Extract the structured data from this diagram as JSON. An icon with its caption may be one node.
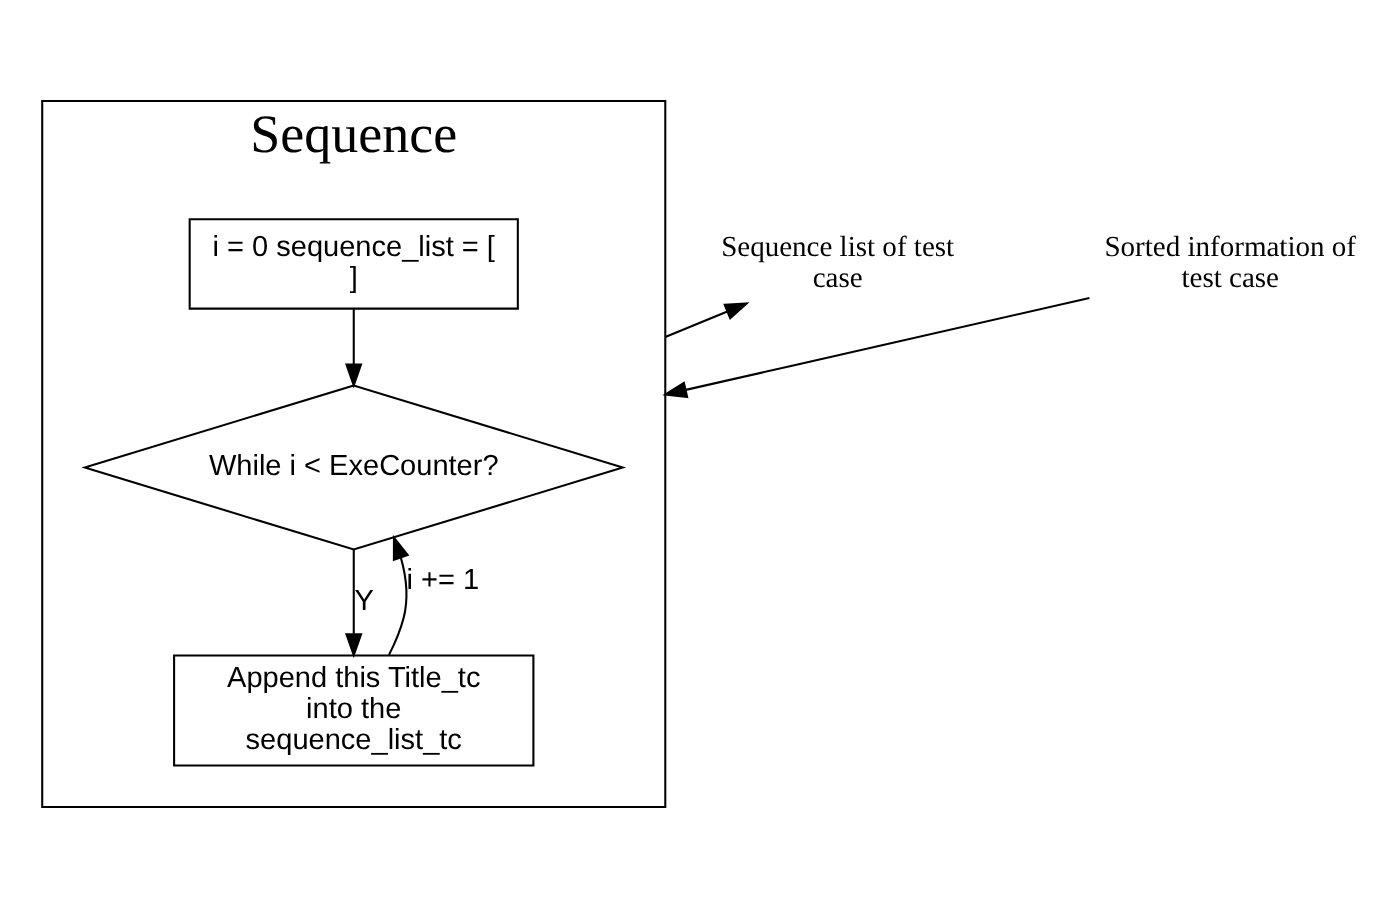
{
  "diagram": {
    "nodes": [
      {
        "text": [
          "Sequence"
        ]
      },
      {
        "text": [
          "i = 0 sequence_list = [ ]"
        ],
        "in": 0
      },
      {
        "text": [
          "While i < ExeCounter?"
        ],
        "in": 0
      },
      {
        "text": [
          "Append this Title_tc into the sequence_list_tc"
        ],
        "in": 0
      },
      {
        "text": [
          "Sorted information of test case"
        ]
      },
      {
        "text": [
          "Sequence list of test case"
        ]
      }
    ],
    "edges": [
      {
        "from": 4,
        "to": 0,
        "arrow": "to"
      },
      {
        "from": 1,
        "to": 2,
        "arrow": "to"
      },
      {
        "from": 2,
        "to": 3,
        "arrow": "to",
        "label": "Y"
      },
      {
        "from": 3,
        "to": 2,
        "arrow": "to",
        "label": "i += 1"
      },
      {
        "from": 0,
        "to": 5,
        "arrow": "to"
      }
    ]
  }
}
